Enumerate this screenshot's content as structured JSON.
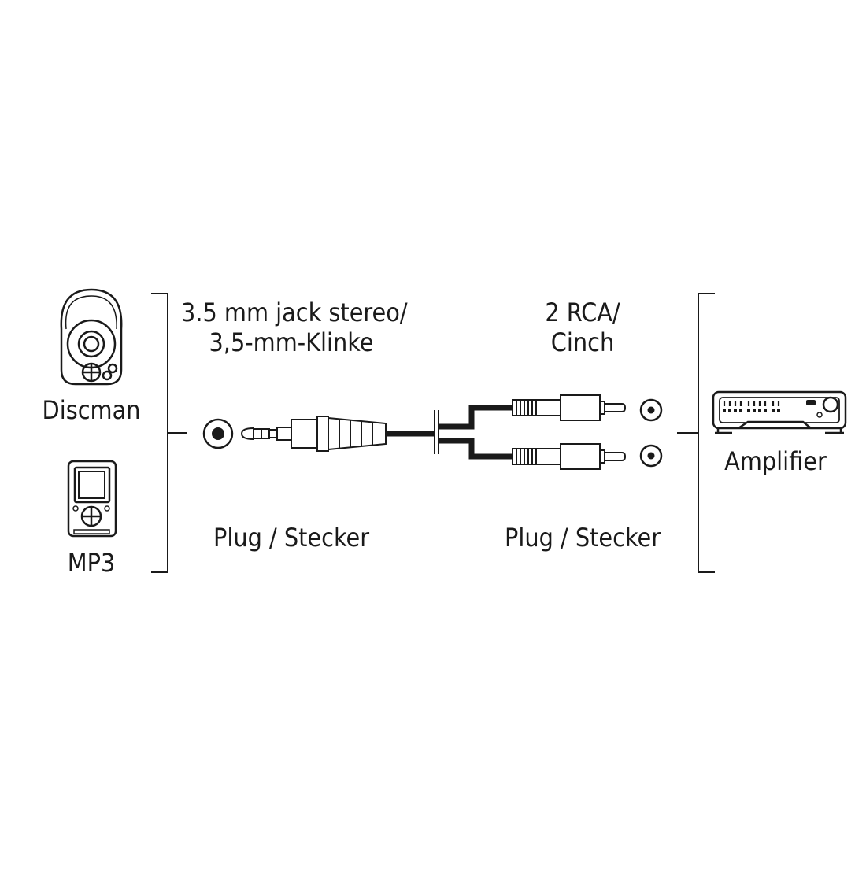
{
  "source_devices": {
    "discman": "Discman",
    "mp3": "MP3"
  },
  "target_device": {
    "amplifier": "Amplifier"
  },
  "left_connector": {
    "title_line1": "3.5 mm jack stereo/",
    "title_line2": "3,5-mm-Klinke",
    "type": "Plug / Stecker"
  },
  "right_connector": {
    "title_line1": "2 RCA/",
    "title_line2": "Cinch",
    "type": "Plug / Stecker"
  },
  "colors": {
    "line": "#1a1a1a",
    "background": "#ffffff"
  },
  "icons": [
    "discman-icon",
    "mp3-player-icon",
    "amplifier-icon",
    "jack-socket-icon",
    "rca-socket-icon"
  ]
}
